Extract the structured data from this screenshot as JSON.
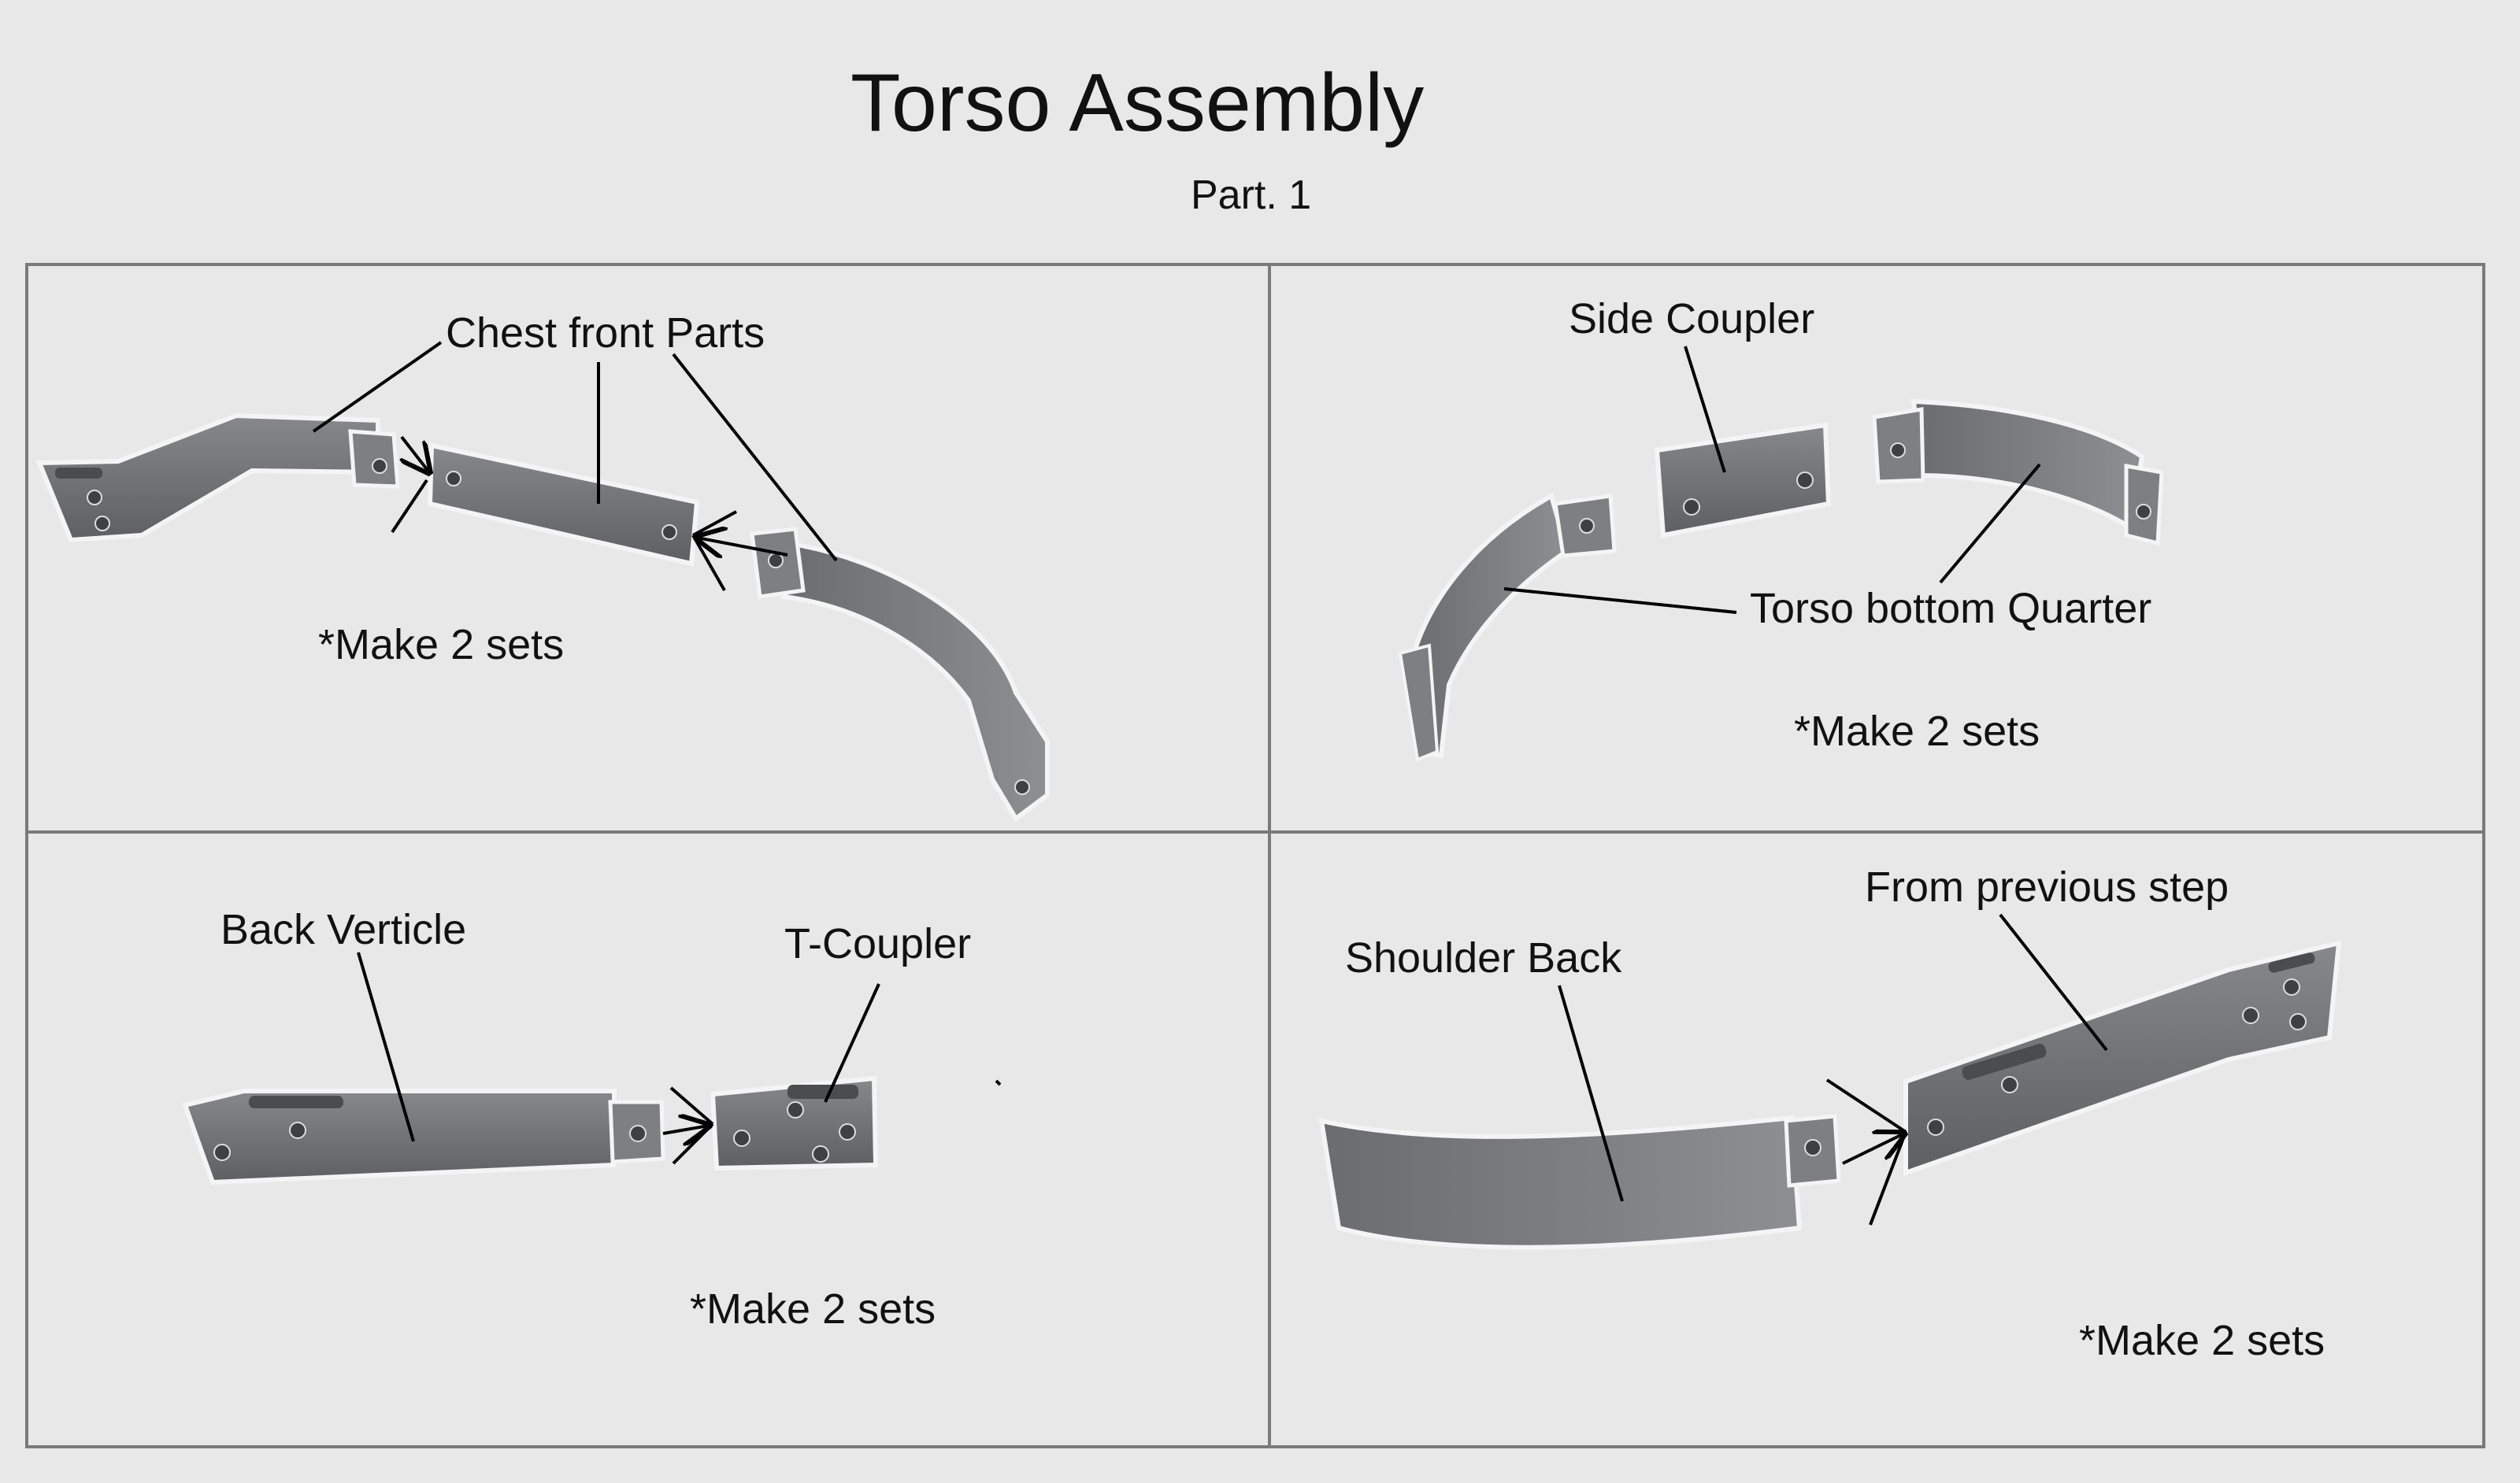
{
  "page": {
    "title": "Torso Assembly",
    "subtitle": "Part. 1"
  },
  "panels": [
    {
      "id": "top-left",
      "labels": [
        "Chest front Parts"
      ],
      "note": "*Make 2 sets"
    },
    {
      "id": "top-right",
      "labels": [
        "Side Coupler",
        "Torso bottom Quarter"
      ],
      "note": "*Make 2 sets"
    },
    {
      "id": "bottom-left",
      "labels": [
        "Back Verticle",
        "T-Coupler"
      ],
      "note": "*Make 2 sets"
    },
    {
      "id": "bottom-right",
      "labels": [
        "From previous step",
        "Shoulder Back"
      ],
      "note": "*Make 2 sets"
    }
  ],
  "colors": {
    "background": "#e8e8e8",
    "part_face": "#6f7175",
    "part_edge": "#f4f4f4",
    "frame": "#7a7a7a"
  }
}
